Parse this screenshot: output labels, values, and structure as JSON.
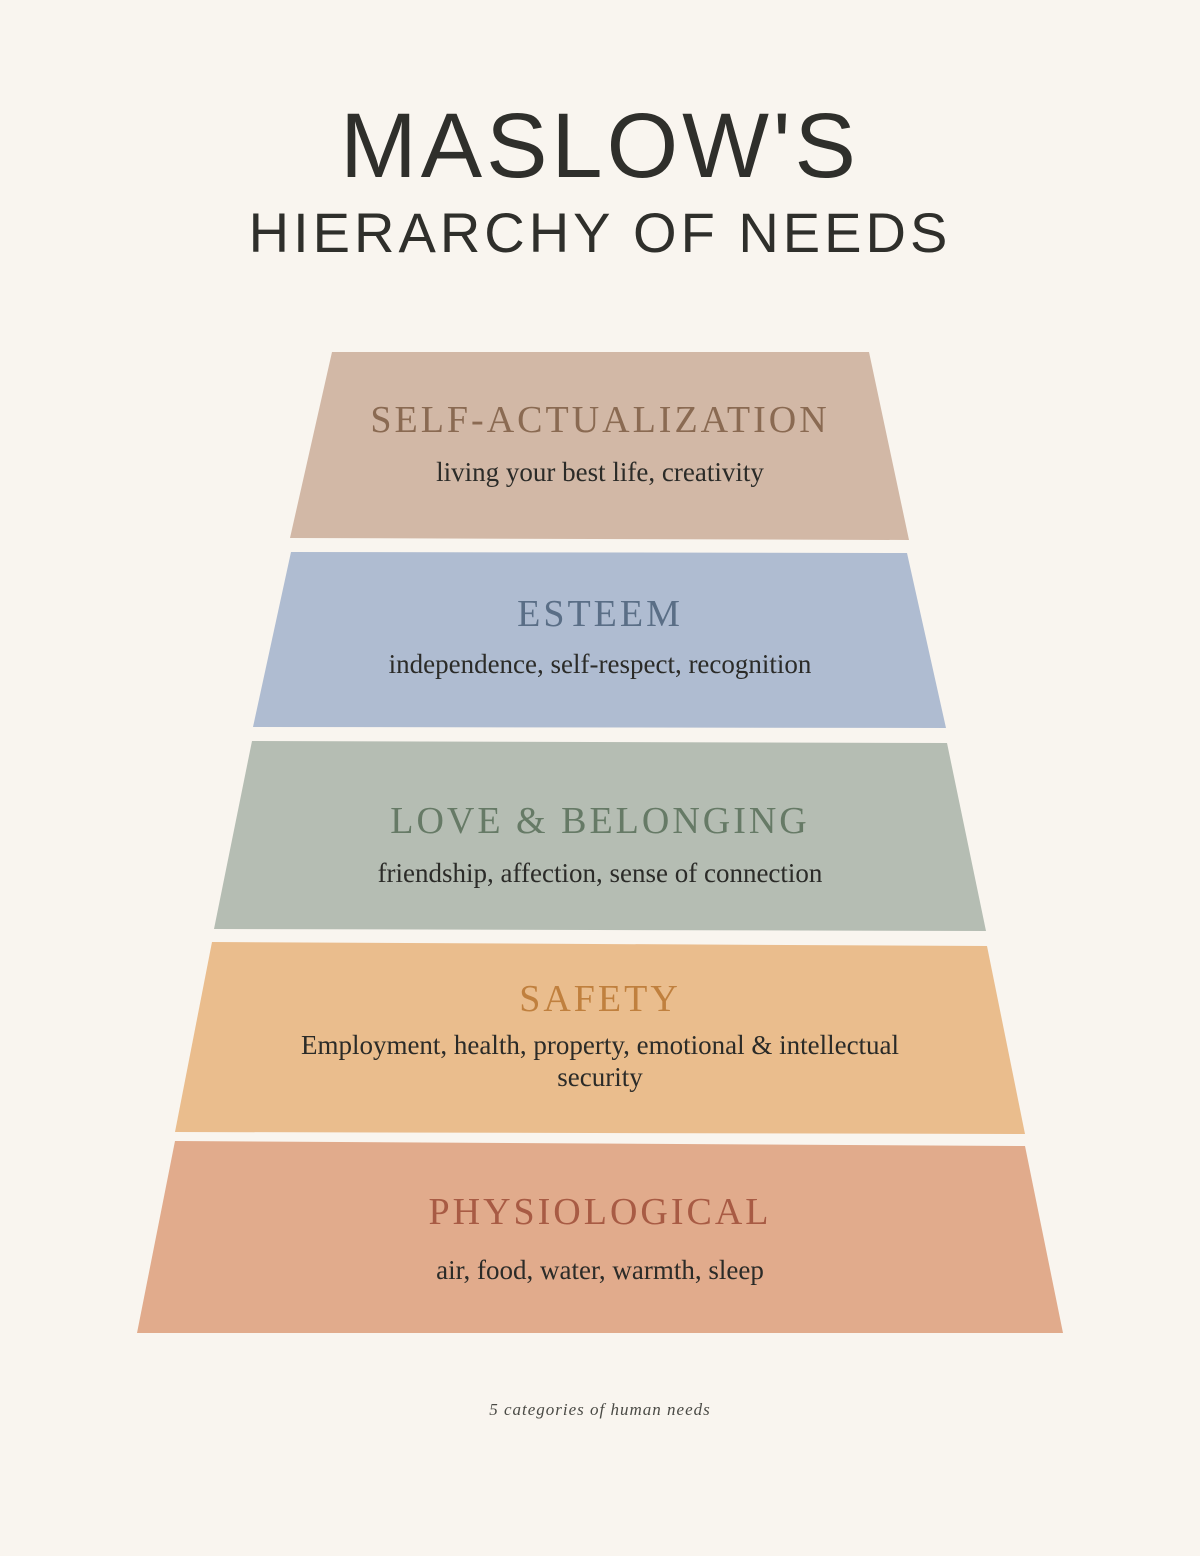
{
  "title": {
    "main": "MASLOW'S",
    "sub": "HIERARCHY OF NEEDS"
  },
  "levels": [
    {
      "name": "SELF-ACTUALIZATION",
      "description": "living your best life, creativity",
      "fill": "#d2b8a6",
      "text_color": "#8a6a52"
    },
    {
      "name": "ESTEEM",
      "description": "independence, self-respect, recognition",
      "fill": "#afbcd1",
      "text_color": "#5a6e86"
    },
    {
      "name": "LOVE & BELONGING",
      "description": "friendship, affection, sense of connection",
      "fill": "#b5bdb3",
      "text_color": "#667a66"
    },
    {
      "name": "SAFETY",
      "description": "Employment, health, property, emotional & intellectual security",
      "fill": "#eabd8d",
      "text_color": "#c0803e"
    },
    {
      "name": "PHYSIOLOGICAL",
      "description": "air, food, water, warmth, sleep",
      "fill": "#e1ab8c",
      "text_color": "#a85b44"
    }
  ],
  "caption": "5 categories of human needs",
  "background": "#f9f5ef"
}
